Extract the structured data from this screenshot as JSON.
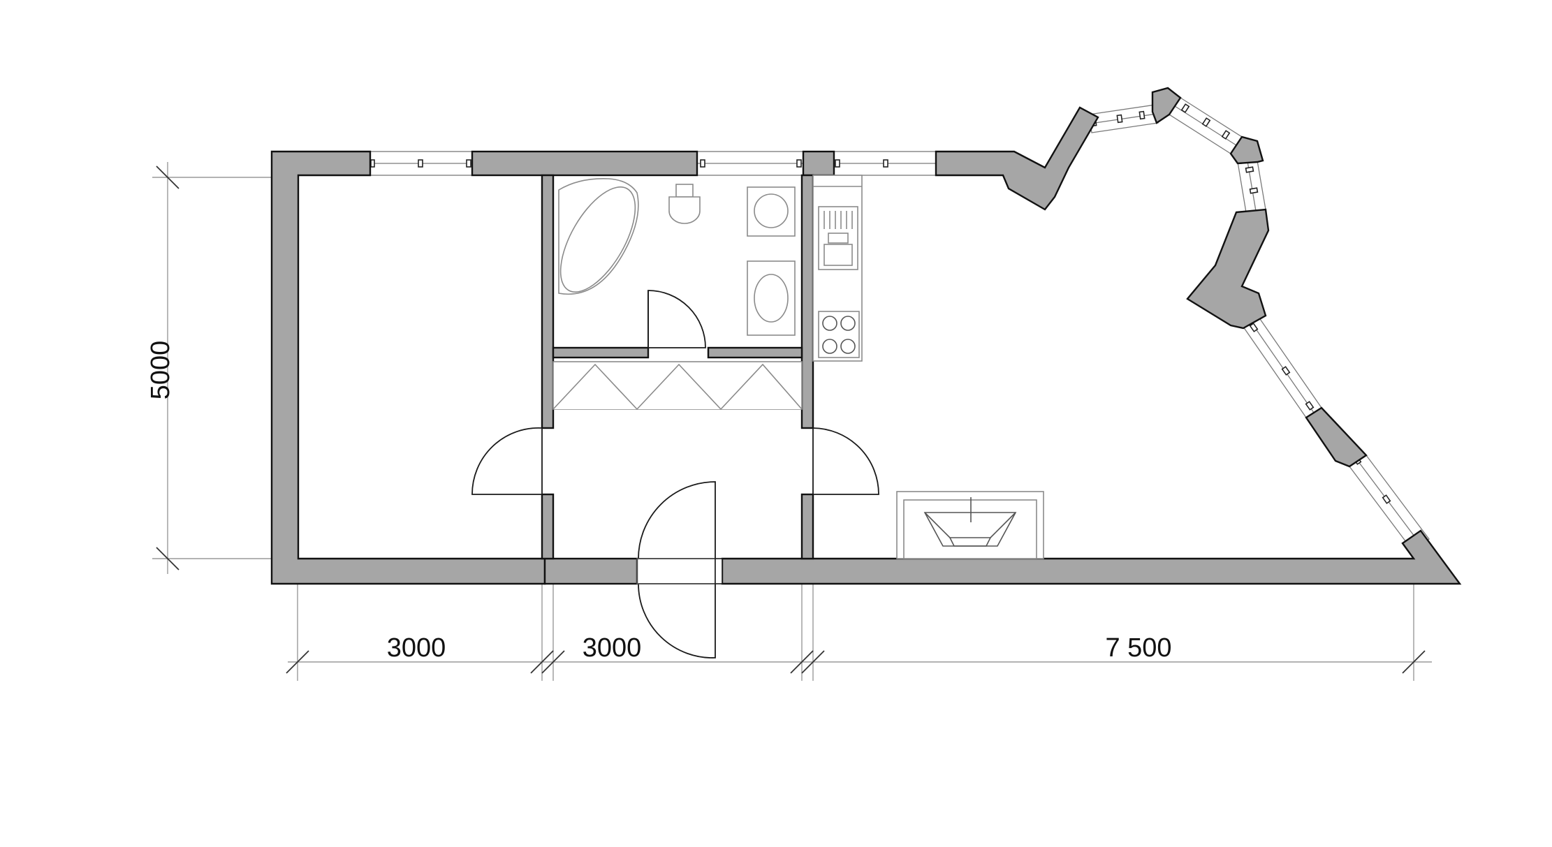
{
  "dimensions": {
    "height_label": "5000",
    "width_1_label": "3000",
    "width_2_label": "3000",
    "width_3_label": "7 500"
  }
}
